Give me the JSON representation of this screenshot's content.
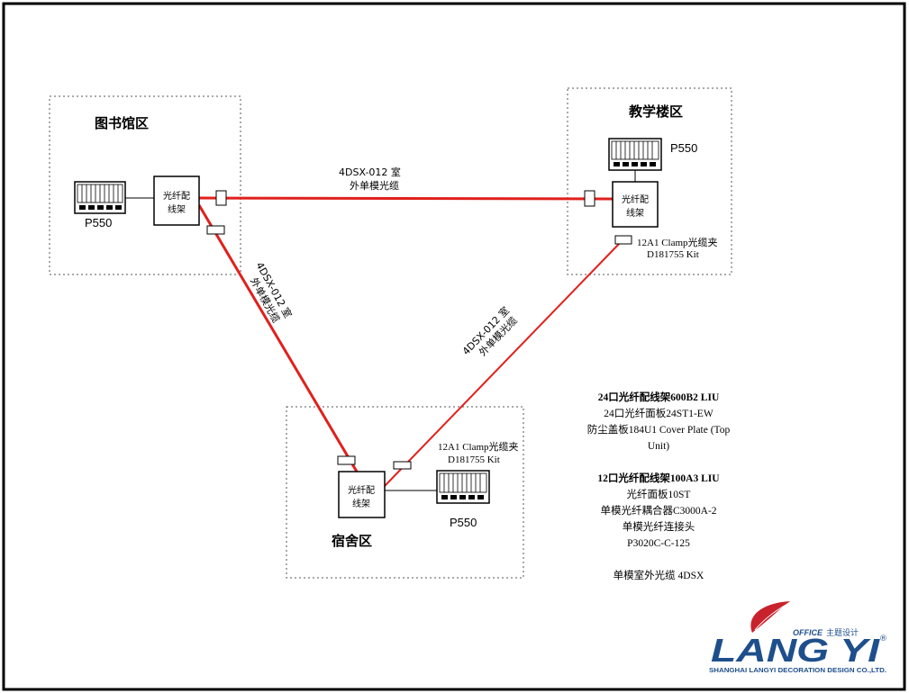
{
  "zones": {
    "library": "图书馆区",
    "teaching": "教学楼区",
    "dorm": "宿舍区"
  },
  "odf_label_line1": "光纤配",
  "odf_label_line2": "线架",
  "device_label": "P550",
  "cables": {
    "library_teaching": {
      "line1": "4DSX-012 室",
      "line2": "外单模光缆"
    },
    "library_dorm": {
      "line1": "4DSX-012 室",
      "line2": "外单模光缆"
    },
    "teaching_dorm": {
      "line1": "4DSX-012 室",
      "line2": "外单模光缆"
    }
  },
  "clamps": {
    "teaching": {
      "line1": "12A1 Clamp光缆夹",
      "line2": "D181755 Kit"
    },
    "dorm": {
      "line1": "12A1 Clamp光缆夹",
      "line2": "D181755 Kit"
    }
  },
  "notes": [
    {
      "text": "24口光纤配线架600B2 LIU",
      "bold": true
    },
    {
      "text": "24口光纤面板24ST1-EW",
      "bold": false
    },
    {
      "text": "防尘盖板184U1 Cover Plate (Top",
      "bold": false
    },
    {
      "text": "Unit)",
      "bold": false
    },
    {
      "text": "",
      "bold": false
    },
    {
      "text": "12口光纤配线架100A3 LIU",
      "bold": true
    },
    {
      "text": "光纤面板10ST",
      "bold": false
    },
    {
      "text": "单模光纤耦合器C3000A-2",
      "bold": false
    },
    {
      "text": "单模光纤连接头",
      "bold": false
    },
    {
      "text": "P3020C-C-125",
      "bold": false
    },
    {
      "text": "",
      "bold": false
    },
    {
      "text": "单模室外光缆 4DSX",
      "bold": false
    }
  ],
  "logo": {
    "name": "LANG YI",
    "office": "OFFICE",
    "tagline": "主题设计",
    "registered": "®",
    "company": "SHANGHAI LANGYI DECORATION DESIGN CO.,LTD."
  },
  "colors": {
    "cable": "#e0201c",
    "logo_blue": "#1e4f8c",
    "logo_red": "#c8232c"
  }
}
